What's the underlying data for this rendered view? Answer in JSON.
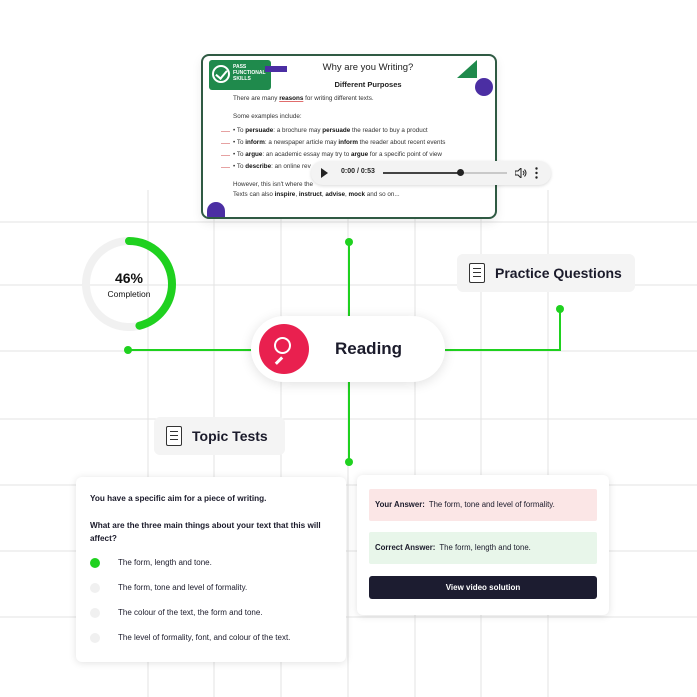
{
  "slide": {
    "logo_text": "PASS FUNCTIONAL SKILLS",
    "title": "Why are you Writing?",
    "subtitle": "Different Purposes",
    "line1_pre": "There are many ",
    "line1_em": "reasons",
    "line1_post": " for writing different texts.",
    "line2": "Some examples include:",
    "bullets": [
      {
        "pre": "• To ",
        "b1": "persuade",
        "mid": ": a brochure may ",
        "b2": "persuade",
        "post": " the reader to buy a product"
      },
      {
        "pre": "• To ",
        "b1": "inform",
        "mid": ": a newspaper article may ",
        "b2": "inform",
        "post": " the reader about recent events"
      },
      {
        "pre": "• To ",
        "b1": "argue",
        "mid": ": an academic essay may try to ",
        "b2": "argue",
        "post": " for a specific point of view"
      },
      {
        "pre": "• To ",
        "b1": "describe",
        "mid": ": an online rev",
        "b2": "",
        "post": ""
      }
    ],
    "line_however": "However, this isn't where the",
    "line_also_pre": "Texts can also ",
    "line_also_words": [
      "inspire",
      "instruct",
      "advise",
      "mock"
    ],
    "line_also_post": " and so on..."
  },
  "player": {
    "time": "0:00 / 0:53",
    "progress": 0.62,
    "play_icon": "play-icon",
    "volume_icon": "volume-icon",
    "more_icon": "more-vertical-icon"
  },
  "progress_ring": {
    "percent_text": "46%",
    "label": "Completion",
    "value": 0.46,
    "color": "#1fd11f"
  },
  "nodes": {
    "reading": "Reading",
    "practice_questions": "Practice Questions",
    "topic_tests": "Topic Tests"
  },
  "question": {
    "stem": "You have a specific aim for a piece of writing.",
    "text": "What are the three main things about your text that this will affect?",
    "options": [
      "The form, length and tone.",
      "The form, tone and level of formality.",
      "The colour of the text, the form and tone.",
      "The level of formality, font, and colour of the text."
    ],
    "selected_index": 0
  },
  "answer": {
    "your_label": "Your Answer:",
    "your_value": "The form, tone and level of formality.",
    "correct_label": "Correct Answer:",
    "correct_value": "The form, length and tone.",
    "button": "View video solution"
  },
  "colors": {
    "accent_green": "#1fd11f",
    "reading_red": "#e9204f",
    "button_dark": "#1c1c30",
    "wrong_bg": "#fbe6e6",
    "right_bg": "#e8f6ea"
  }
}
